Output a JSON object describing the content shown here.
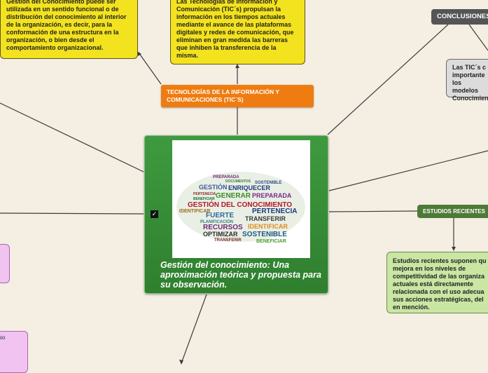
{
  "nodes": {
    "gestion_text": "Gestión del Conocimiento puede ser utilizada en un sentido funcional o de distribución del conocimiento al interior de la organización, es decir, para la conformación de una estructura en la organización, o bien desde el comportamiento organizacional.",
    "tic_text": "Las Tecnologías de Información y Comunicación (TIC´s) propulsan la información en los tiempos actuales mediante el avance de las plataformas digitales y redes de comunicación, que eliminan en gran medida las barreras que inhiben la transferencia de la misma.",
    "tic_title": "TECNOLOGÍAS DE LA INFORMACIÓN Y COMUNICACIONES (TIC´S)",
    "conclusiones_title": "CONCLUSIONES",
    "conclusiones_text": "Las TIC´s c importante los modelos Conocimien",
    "estudios_title": "ESTUDIOS RECIENTES",
    "estudios_text": "Estudios recientes suponen qu mejora en los niveles de competitividad de las organiza actuales está directamente relacionada con el uso adecua sus acciones estratégicas, del en mención.",
    "pink_bottom_text": "so",
    "central_title": "Gestión del conocimiento: Una aproximación teórica y propuesta para su observación."
  },
  "word_cloud": [
    "PREPARADA",
    "SOSTENIBLE",
    "DOCUMENTOS",
    "GESTIÓN",
    "ENRIQUECER",
    "PERTENECIA",
    "BENEFICIAR",
    "GENERAR",
    "PREPARADA",
    "GESTIÓN DEL CONOCIMIENTO",
    "IDENTIFICAR",
    "PERTENECIA",
    "FUERTE",
    "TRANSFERIR",
    "PLANIFICACIÓN",
    "RECURSOS",
    "IDENTIFICAR",
    "OPTIMIZAR",
    "SOSTENIBLE",
    "TRANSFERIR",
    "BENEFICIAR"
  ],
  "colors": {
    "background": "#f4eee3",
    "central": "#3a8f3a",
    "tic_title": "#ee7c11",
    "yellow_note": "#f3e21e",
    "conclusiones": "#555555",
    "estudios": "#4d7a36",
    "estudios_note": "#c9e6a3"
  }
}
